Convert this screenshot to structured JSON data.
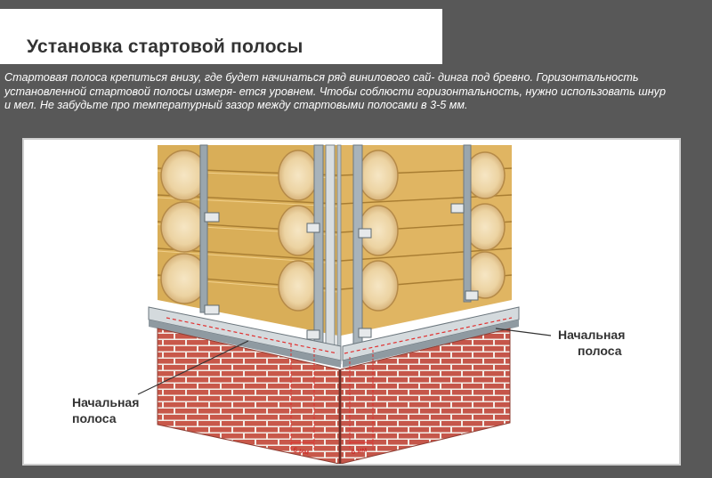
{
  "header": {
    "title": "Установка стартовой полосы"
  },
  "description": "Стартовая полоса крепиться внизу, где будет начинаться ряд винилового сай- динга под бревно. Горизонтальность установленной стартовой полосы измеря- ется уровнем. Чтобы соблюсти горизонтальность, нужно использовать шнур и мел. Не забудьте про температурный зазор между стартовыми полосами в 3-5 мм.",
  "diagram": {
    "label_right": [
      "Начальная",
      "полоса"
    ],
    "label_left": [
      "Начальная",
      "полоса"
    ],
    "gap_left": "6 мм",
    "gap_right": "6 мм"
  },
  "colors": {
    "wood": "#d9ae58",
    "wood_dark": "#b88a3a",
    "log_end": "#f1dcb2",
    "brick": "#c8584a",
    "metal": "#9aa6ad",
    "chalk_line": "#e03030",
    "background": "#585858"
  }
}
